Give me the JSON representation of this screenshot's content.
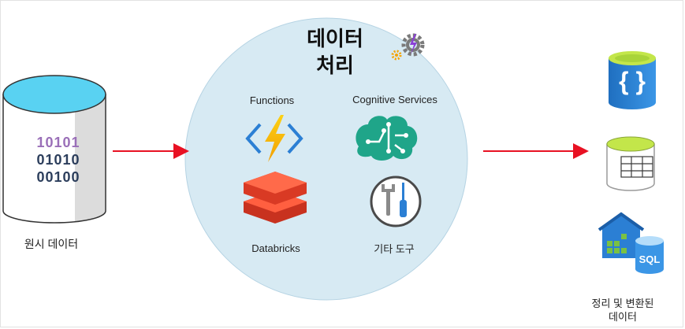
{
  "raw_data": {
    "label": "원시 데이터",
    "binary_lines": [
      "10101",
      "01010",
      "00100"
    ]
  },
  "processing": {
    "title_line1": "데이터",
    "title_line2": "처리",
    "tools": [
      {
        "label": "Functions",
        "icon": "functions-lightning-icon"
      },
      {
        "label": "Cognitive Services",
        "icon": "cognitive-services-brain-icon"
      },
      {
        "label": "Databricks",
        "icon": "databricks-layers-icon"
      },
      {
        "label": "기타 도구",
        "icon": "tools-wrench-screwdriver-icon"
      }
    ]
  },
  "output": {
    "label_line1": "정리 및 변환된",
    "label_line2": "데이터",
    "icons": [
      "cosmos-db-icon",
      "table-storage-icon",
      "sql-data-warehouse-icon"
    ]
  },
  "colors": {
    "circle_fill": "#d7eaf3",
    "arrow": "#e81123",
    "cylinder_top": "#59d2f2",
    "binary_purple": "#9a6fb8",
    "binary_navy": "#2c3e5c",
    "azure_blue": "#2b7fd4",
    "cognitive_teal": "#1fa589",
    "databricks_red": "#e8412c",
    "functions_yellow": "#f5c000"
  }
}
